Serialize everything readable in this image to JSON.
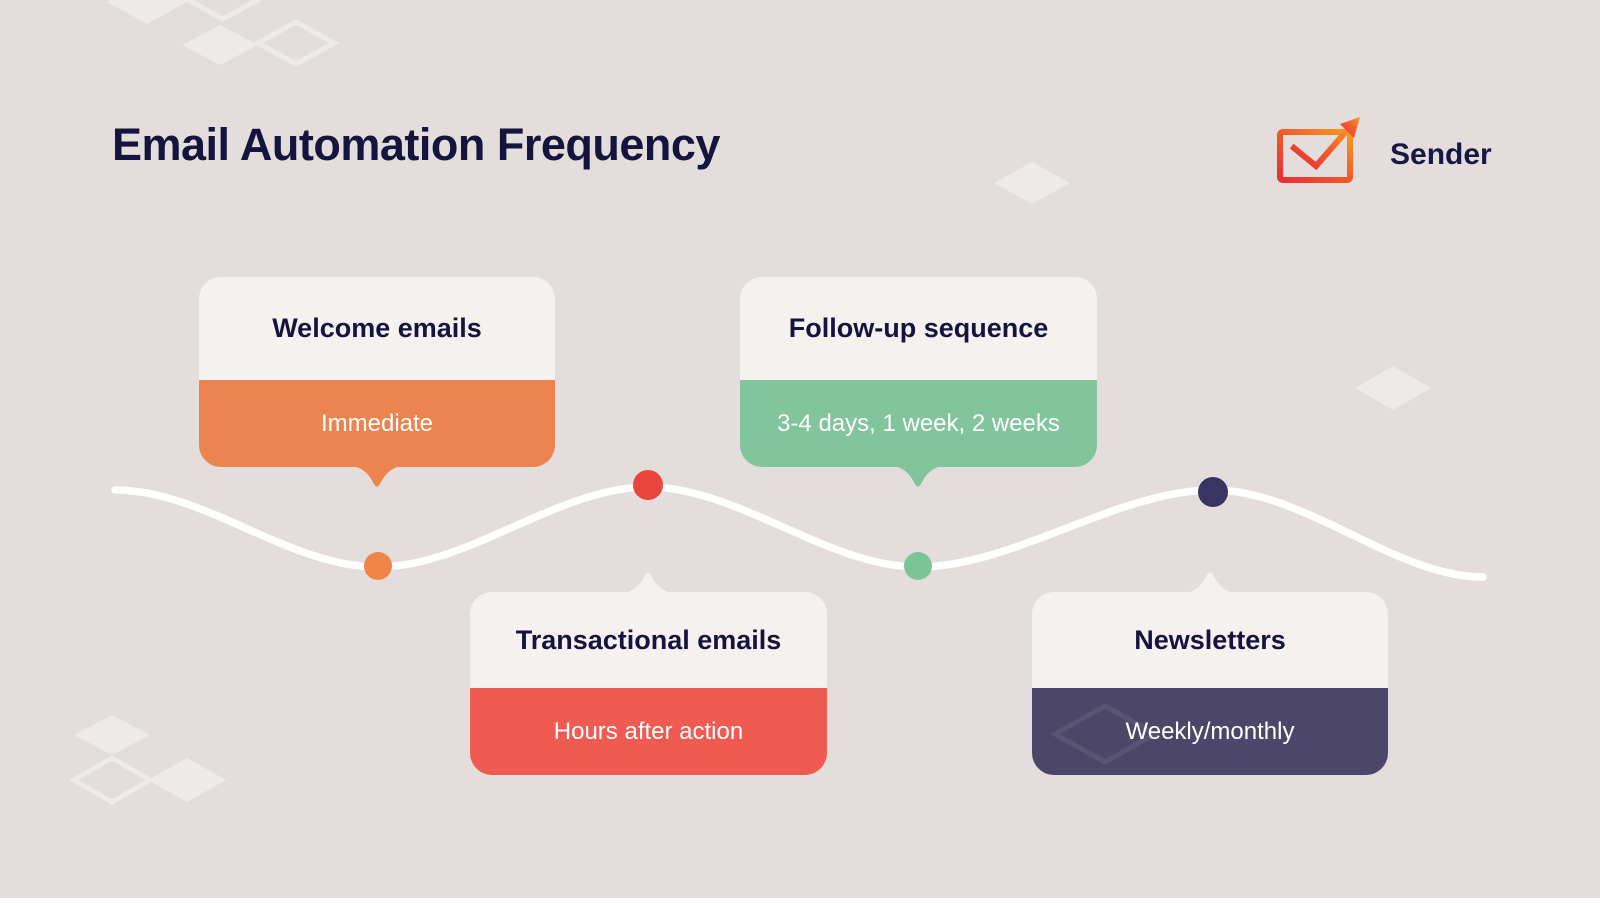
{
  "header": {
    "title": "Email Automation Frequency",
    "brand": {
      "name": "Sender",
      "icon": "envelope-check-arrow-icon"
    }
  },
  "timeline": {
    "line_color": "#ffffff",
    "cards": [
      {
        "title": "Welcome emails",
        "value": "Immediate",
        "color": "#ec8450",
        "dot_color": "#ef8549",
        "side": "above-line"
      },
      {
        "title": "Follow-up sequence",
        "value": "3-4 days, 1 week, 2 weeks",
        "color": "#82c59c",
        "dot_color": "#7cc496",
        "side": "above-line"
      },
      {
        "title": "Transactional emails",
        "value": "Hours after action",
        "color": "#ef5b50",
        "dot_color": "#e8453c",
        "side": "below-line"
      },
      {
        "title": "Newsletters",
        "value": "Weekly/monthly",
        "color": "#4c4768",
        "dot_color": "#393462",
        "side": "below-line"
      }
    ]
  },
  "colors": {
    "background": "#e3dedb",
    "card_header_bg": "#f4f1ee",
    "heading_text": "#14143e",
    "value_text": "#ffffff",
    "diamond_decoration": "#edeae7",
    "logo_gradient_start": "#e92f35",
    "logo_gradient_end": "#f89a1d"
  }
}
